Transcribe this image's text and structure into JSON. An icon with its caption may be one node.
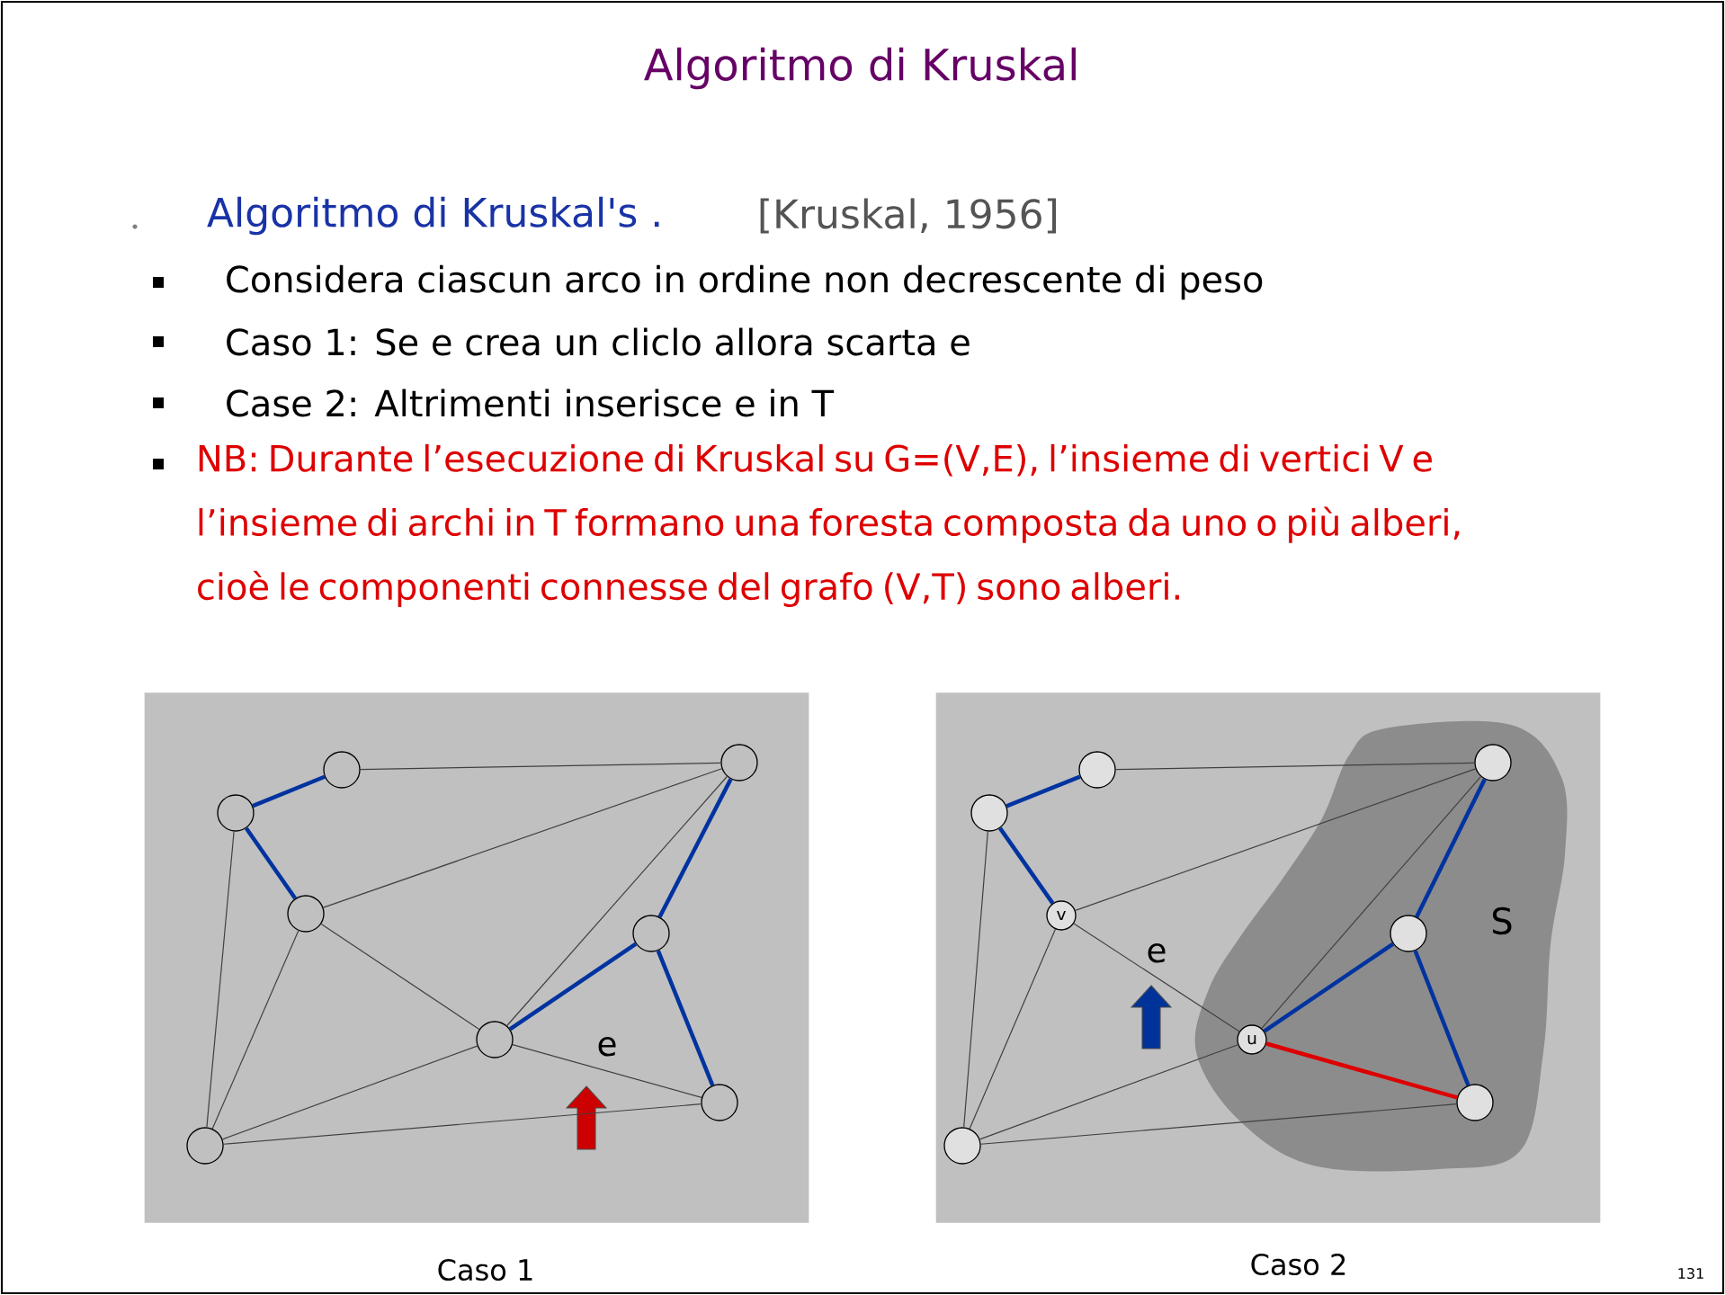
{
  "diagram": {
    "title": "Algoritmo di Kruskal",
    "nodes": [
      {
        "text": [],
        "shape": "box",
        "beside": [
          "Caso 1"
        ]
      },
      {
        "text": [],
        "shape": "circle",
        "in": 0
      },
      {
        "text": [],
        "shape": "circle",
        "in": 0
      },
      {
        "text": [],
        "shape": "circle",
        "in": 0
      },
      {
        "text": [],
        "shape": "circle",
        "in": 0
      },
      {
        "text": [],
        "shape": "circle",
        "in": 0
      },
      {
        "text": [],
        "shape": "circle",
        "in": 0
      },
      {
        "text": [],
        "shape": "circle",
        "in": 0
      },
      {
        "text": [],
        "shape": "circle",
        "in": 0
      },
      {
        "text": [],
        "shape": "box",
        "beside": [
          "Caso 2"
        ]
      },
      {
        "text": [
          "S"
        ],
        "in": 9
      },
      {
        "text": [],
        "shape": "circle",
        "in": 10
      },
      {
        "text": [],
        "shape": "circle",
        "in": 9
      },
      {
        "text": [],
        "shape": "circle",
        "in": 9
      },
      {
        "text": [
          "v"
        ],
        "in": 9
      },
      {
        "text": [],
        "shape": "circle",
        "in": 10
      },
      {
        "text": [
          "u"
        ],
        "in": 10
      },
      {
        "text": [],
        "shape": "circle",
        "in": 10
      },
      {
        "text": [],
        "shape": "circle",
        "in": 9
      }
    ],
    "edges": [
      {
        "from": 3,
        "to": 2,
        "arrow": "none",
        "style": "thick",
        "color": "#0033a0"
      },
      {
        "from": 3,
        "to": 4,
        "arrow": "none",
        "style": "thick",
        "color": "#0033a0"
      },
      {
        "from": 2,
        "to": 1,
        "arrow": "none"
      },
      {
        "from": 3,
        "to": 8,
        "arrow": "none"
      },
      {
        "from": 4,
        "to": 1,
        "arrow": "none"
      },
      {
        "from": 4,
        "to": 6,
        "arrow": "none"
      },
      {
        "from": 4,
        "to": 8,
        "arrow": "none"
      },
      {
        "from": 1,
        "to": 6,
        "arrow": "none"
      },
      {
        "from": 1,
        "to": 5,
        "arrow": "none",
        "style": "thick",
        "color": "#0033a0"
      },
      {
        "from": 5,
        "to": 6,
        "arrow": "none",
        "style": "thick",
        "color": "#0033a0"
      },
      {
        "from": 5,
        "to": 7,
        "arrow": "none",
        "style": "thick",
        "color": "#0033a0"
      },
      {
        "from": 6,
        "to": 7,
        "arrow": "none",
        "label": "e"
      },
      {
        "from": 6,
        "to": 8,
        "arrow": "none"
      },
      {
        "from": 8,
        "to": 7,
        "arrow": "none"
      },
      {
        "from": 13,
        "to": 12,
        "arrow": "none",
        "style": "thick",
        "color": "#0033a0"
      },
      {
        "from": 13,
        "to": 14,
        "arrow": "none",
        "style": "thick",
        "color": "#0033a0"
      },
      {
        "from": 12,
        "to": 11,
        "arrow": "none"
      },
      {
        "from": 13,
        "to": 18,
        "arrow": "none"
      },
      {
        "from": 14,
        "to": 11,
        "arrow": "none"
      },
      {
        "from": 14,
        "to": 16,
        "arrow": "none",
        "label": "e"
      },
      {
        "from": 14,
        "to": 18,
        "arrow": "none"
      },
      {
        "from": 11,
        "to": 16,
        "arrow": "none"
      },
      {
        "from": 11,
        "to": 15,
        "arrow": "none",
        "style": "thick",
        "color": "#0033a0"
      },
      {
        "from": 15,
        "to": 16,
        "arrow": "none",
        "style": "thick",
        "color": "#0033a0"
      },
      {
        "from": 15,
        "to": 17,
        "arrow": "none",
        "style": "thick",
        "color": "#0033a0"
      },
      {
        "from": 16,
        "to": 17,
        "arrow": "none",
        "style": "thick",
        "color": "#dd0000"
      },
      {
        "from": 16,
        "to": 18,
        "arrow": "none"
      },
      {
        "from": 18,
        "to": 17,
        "arrow": "none"
      }
    ],
    "labels": [
      "Algoritmo di Kruskal's .",
      "[Kruskal, 1956]",
      "Considera ciascun arco in ordine non decrescente di peso",
      "Caso 1: Se e crea un cliclo allora scarta e",
      "Case 2: Altrimenti inserisce e in T",
      "NB: Durante l’esecuzione di Kruskal su G=(V,E), l’insieme di vertici V e l’insieme di archi in T formano una foresta composta da uno o più alberi, cioè le componenti connesse del grafo (V,T) sono alberi.",
      "131"
    ]
  }
}
